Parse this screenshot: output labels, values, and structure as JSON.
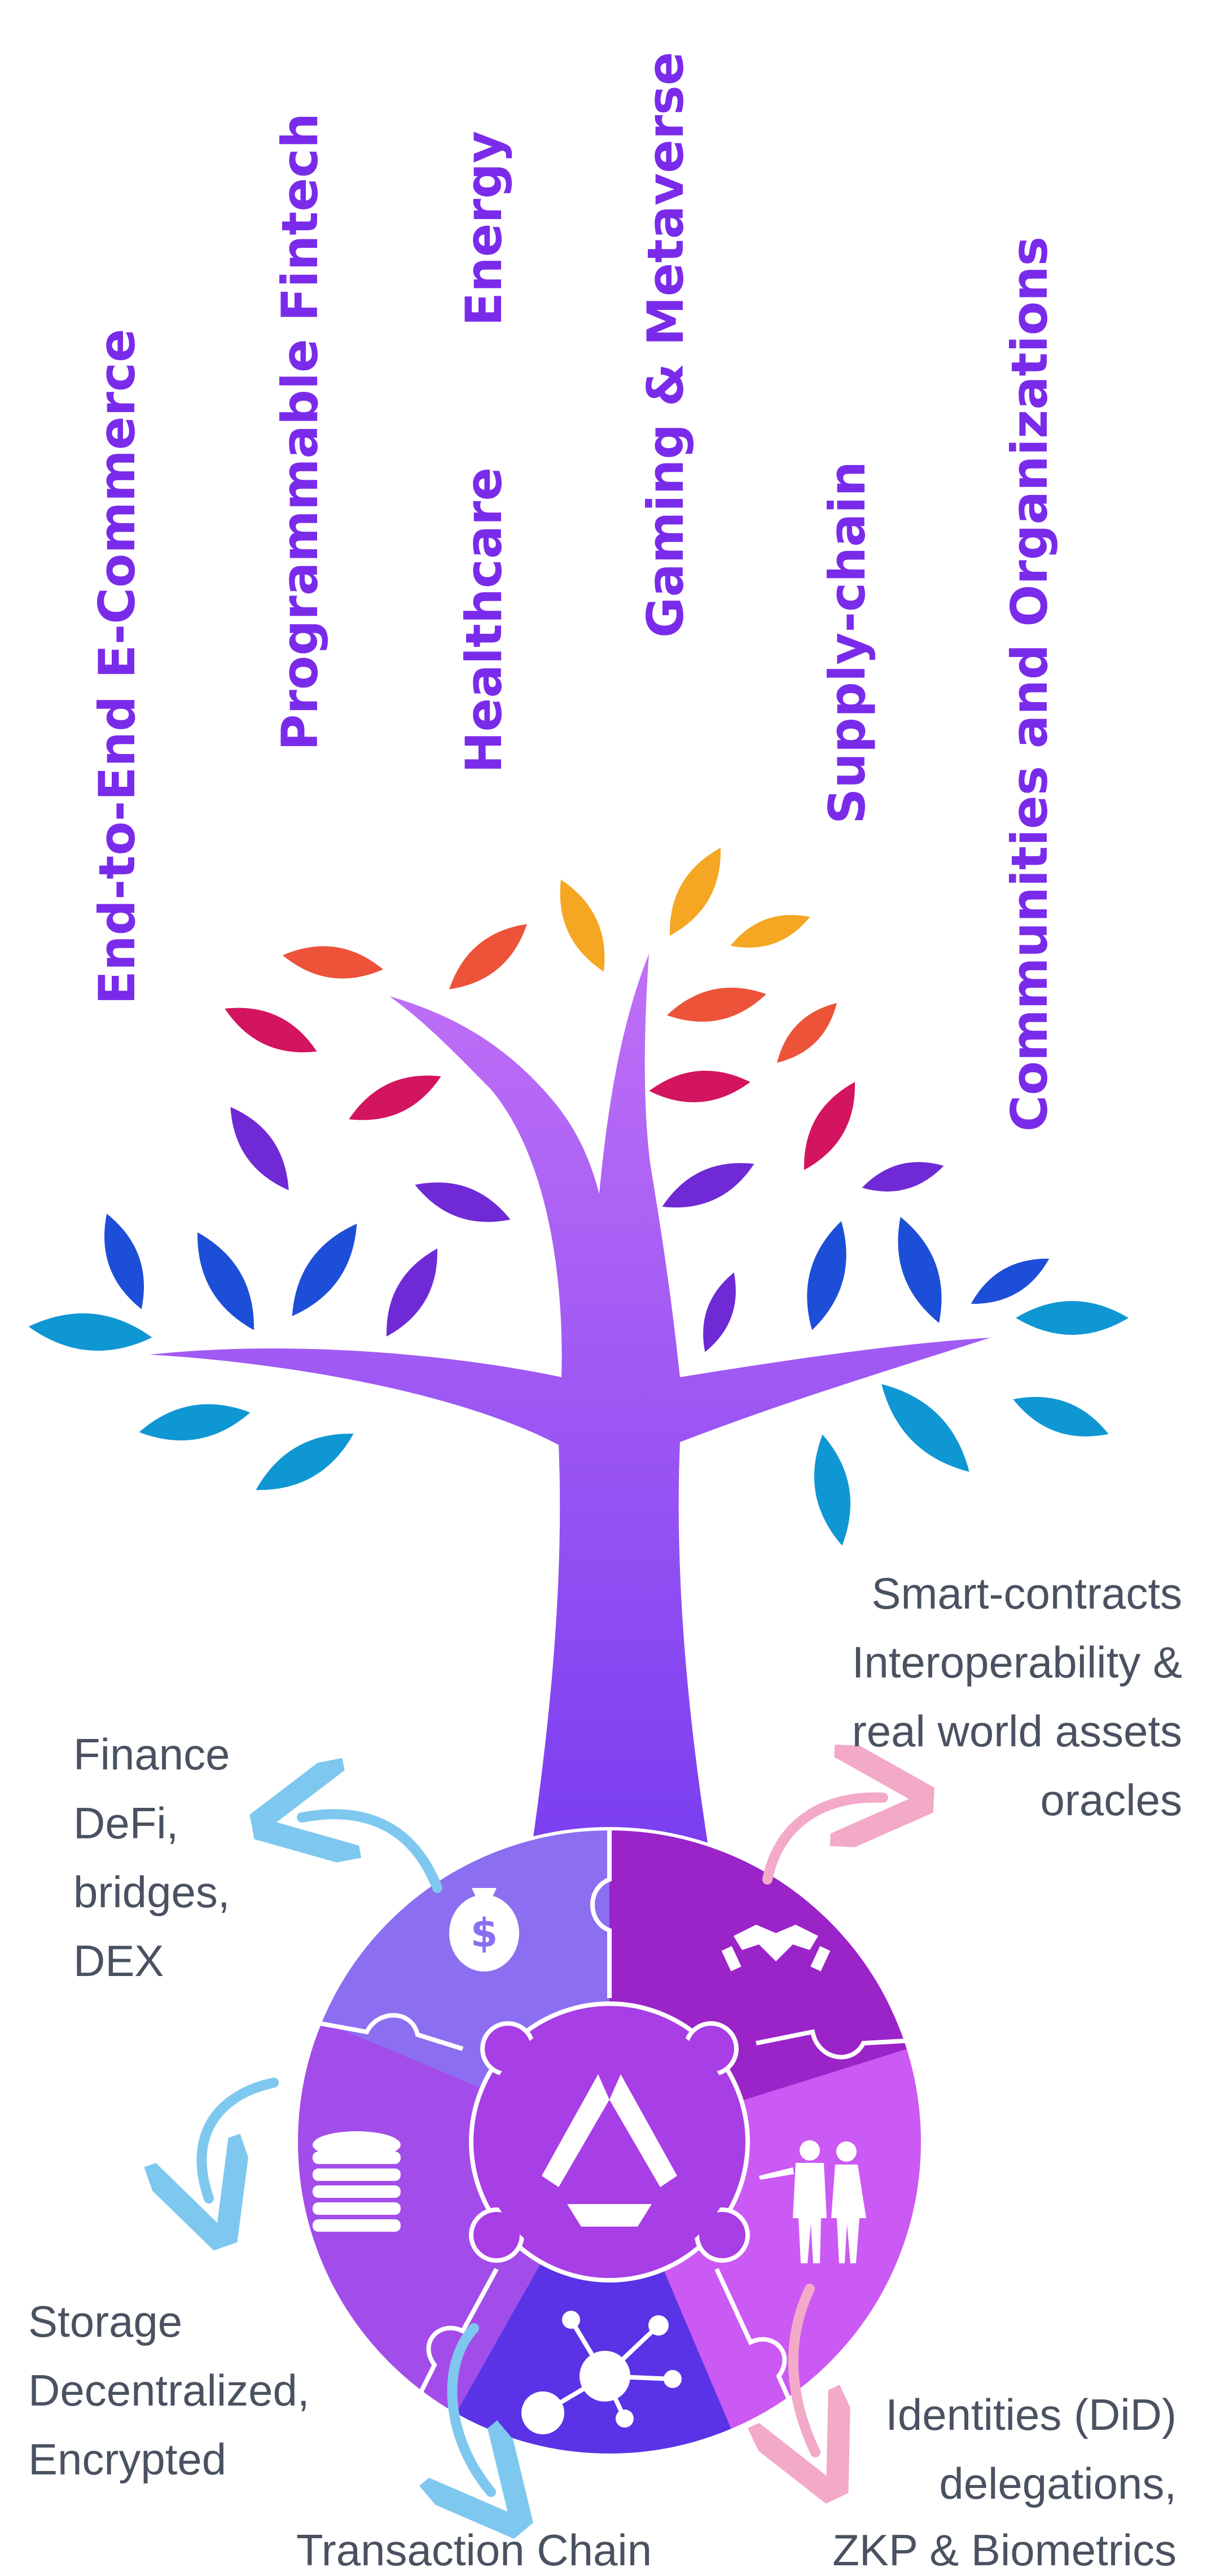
{
  "sectors": [
    "End-to-End E-Commerce",
    "Programmable Fintech",
    "Healthcare",
    "Energy",
    "Gaming & Metaverse",
    "Supply-chain",
    "Communities and Organizations"
  ],
  "roots": {
    "smart_contracts": [
      "Smart-contracts",
      "Interoperability &",
      "real world assets",
      "oracles"
    ],
    "finance": [
      "Finance",
      "DeFi,",
      "bridges,",
      "DEX"
    ],
    "storage": [
      "Storage",
      "Decentralized,",
      "Encrypted"
    ],
    "transaction": [
      "Transaction Chain"
    ],
    "identities": [
      "Identities (DiD)",
      "delegations,",
      "ZKP & Biometrics"
    ]
  },
  "icons": {
    "finance": "money-bag-icon",
    "smart_contracts": "handshake-icon",
    "storage": "database-icon",
    "transaction": "network-icon",
    "identities": "people-icon",
    "center": "logo-icon"
  },
  "colors": {
    "label": "#7a2bea",
    "text": "#4a5261",
    "trunk_top": "#b866f4",
    "trunk_bottom": "#7b3ff0",
    "arrow_blue": "#7ec8ef",
    "arrow_pink": "#f3a9c8",
    "puzzle_finance": "#8b6ff0",
    "puzzle_handshake": "#9a24c8",
    "puzzle_storage": "#a24de9",
    "puzzle_network": "#5a33e6",
    "puzzle_identity": "#cb59f3",
    "puzzle_center": "#a83ee5"
  }
}
